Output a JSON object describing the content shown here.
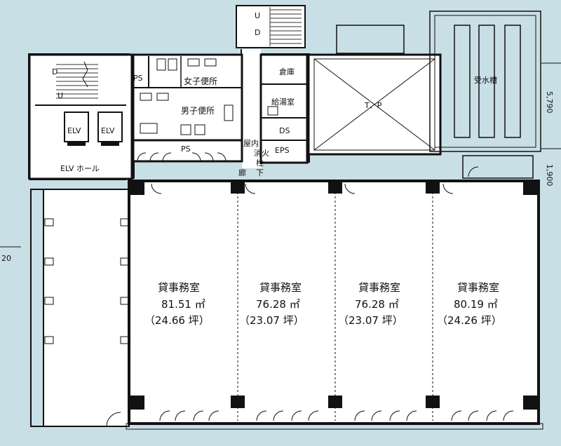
{
  "labels": {
    "stair_up": "U",
    "stair_down": "D",
    "ps": "PS",
    "womens_toilet": "女子便所",
    "mens_toilet": "男子便所",
    "storage": "倉庫",
    "kitchenette": "給湯室",
    "ds": "DS",
    "eps": "EPS",
    "hydrant_1": "屋内",
    "hydrant_2": "消火",
    "hydrant_3": "栓",
    "corridor_1": "廊",
    "corridor_2": "下",
    "elv": "ELV",
    "elv_hall": "ELV ホール",
    "tp": "T．P",
    "water_tank": "受水槽",
    "dim_left": "20",
    "dim_right_1": "5,790",
    "dim_right_2": "1,900"
  },
  "offices": [
    {
      "name": "貸事務室",
      "area": "81.51 ㎡",
      "tsubo": "（24.66 坪）"
    },
    {
      "name": "貸事務室",
      "area": "76.28 ㎡",
      "tsubo": "（23.07 坪）"
    },
    {
      "name": "貸事務室",
      "area": "76.28 ㎡",
      "tsubo": "（23.07 坪）"
    },
    {
      "name": "貸事務室",
      "area": "80.19 ㎡",
      "tsubo": "（24.26 坪）"
    }
  ]
}
